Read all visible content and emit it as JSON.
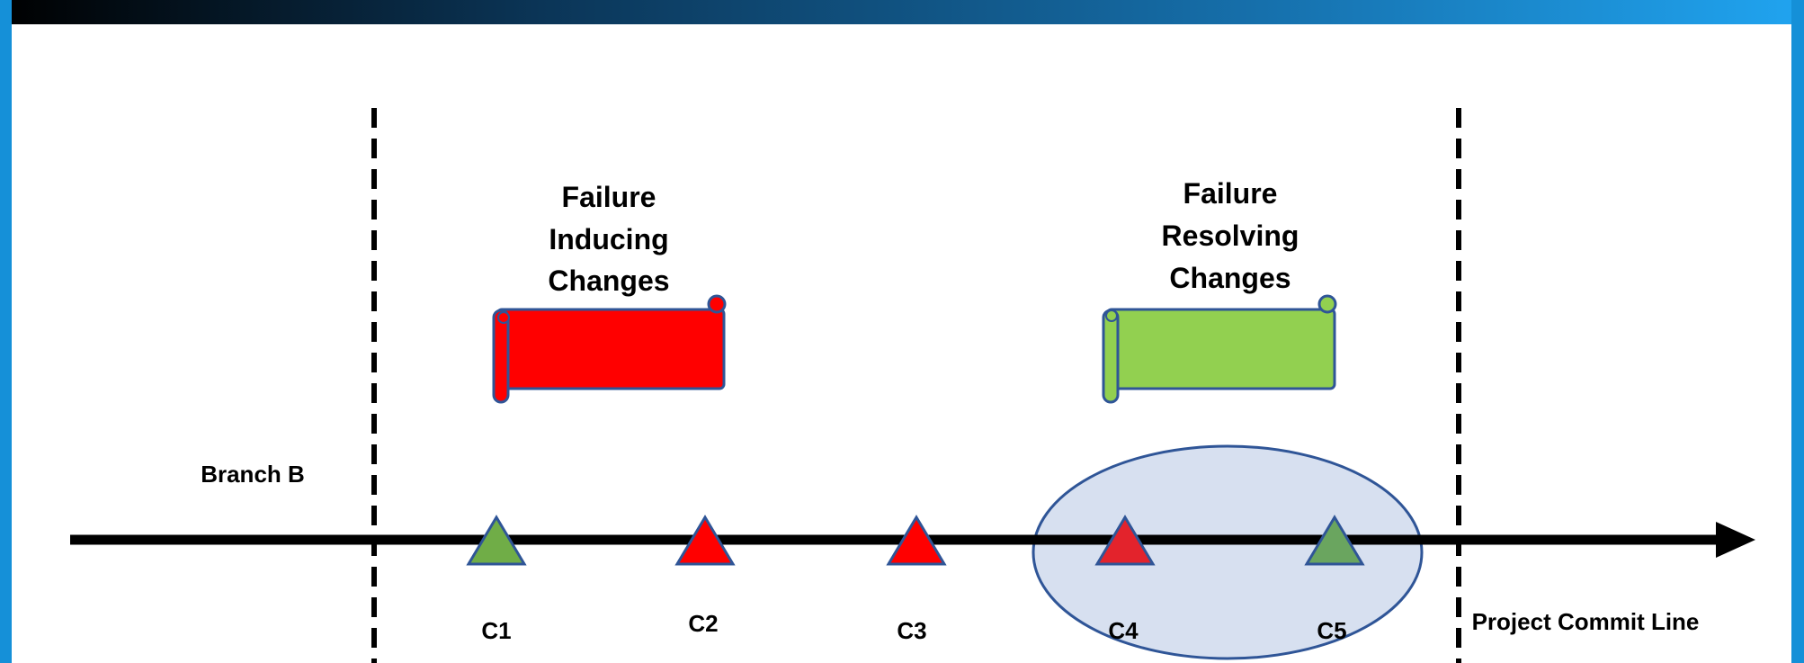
{
  "branch_label": "Branch B",
  "axis_label": "Project Commit Line",
  "groups": {
    "inducing": {
      "title_lines": [
        "Failure",
        "Inducing",
        "Changes"
      ],
      "color": "#ff0000"
    },
    "resolving": {
      "title_lines": [
        "Failure",
        "Resolving",
        "Changes"
      ],
      "color": "#92d050"
    }
  },
  "commits": [
    {
      "id": "C1",
      "color": "#70ad47"
    },
    {
      "id": "C2",
      "color": "#ff0000"
    },
    {
      "id": "C3",
      "color": "#ff0000"
    },
    {
      "id": "C4",
      "color": "#e3232c"
    },
    {
      "id": "C5",
      "color": "#6aa55f"
    }
  ],
  "colors": {
    "frame_blue": "#1590d8",
    "highlight_fill": "#d7e0f0",
    "highlight_stroke": "#2f5597"
  }
}
